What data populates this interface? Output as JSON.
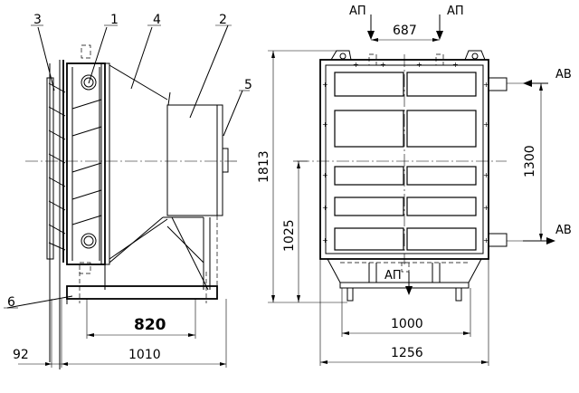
{
  "leaders": [
    "3",
    "1",
    "4",
    "2",
    "5",
    "6"
  ],
  "dimensions": {
    "d92": "92",
    "d1010": "1010",
    "d820": "820",
    "d687": "687",
    "d1813": "1813",
    "d1025": "1025",
    "d1300": "1300",
    "d1000": "1000",
    "d1256": "1256"
  },
  "ports": {
    "ap_top_left": "АП",
    "ap_top_right": "АП",
    "ap_bottom": "АП",
    "av_top": "АВ",
    "av_bottom": "АВ"
  }
}
